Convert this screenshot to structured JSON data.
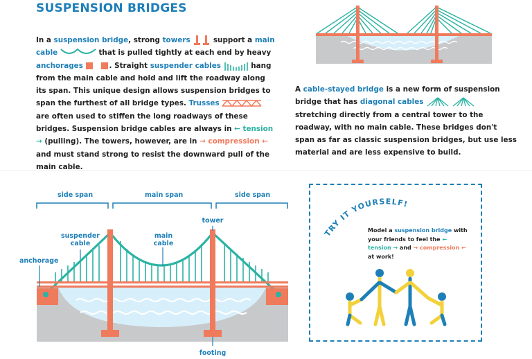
{
  "title": "SUSPENSION BRIDGES",
  "intro": {
    "t1": "In a ",
    "suspension_bridge": "suspension bridge",
    "t2": ", strong ",
    "towers": "towers",
    "t3": " support a ",
    "main_cable": "main cable",
    "t4": " that is pulled tightly at each end by heavy ",
    "anchorages": "anchorages",
    "t5": ". Straight ",
    "suspender_cables": "suspender cables",
    "t6": " hang from the main cable and hold and lift the roadway along its span. This unique design allows suspension bridges to span the furthest of all bridge types. ",
    "trusses": "Trusses",
    "t7": " are often used to stiffen the long roadways of these bridges. Suspension bridge cables are always in ",
    "tension": "tension",
    "t8": " (pulling). The towers, however, are in ",
    "compression": "compression",
    "t9": " and must stand strong to resist the downward pull of the main cable."
  },
  "cable_stayed": {
    "t1": "A ",
    "cable_stayed_bridge": "cable-stayed bridge",
    "t2": " is a new form of suspension bridge that has ",
    "diagonal_cables": "diagonal cables",
    "t3": " stretching directly from a central tower to the roadway, with no main cable. These bridges don't span as far as classic suspension bridges, but use less material and are less expensive to build."
  },
  "diagram": {
    "side_span_left": "side span",
    "main_span": "main span",
    "side_span_right": "side span",
    "tower": "tower",
    "suspender_cable_line1": "suspender",
    "suspender_cable_line2": "cable",
    "main_cable_line1": "main",
    "main_cable_line2": "cable",
    "anchorage": "anchorage",
    "footing": "footing"
  },
  "try_it": {
    "heading": "TRY IT YOURSELF!",
    "t1": "Model a ",
    "suspension_bridge": "suspension bridge",
    "t2": " with your friends to feel the ",
    "tension": "tension",
    "t3": " and ",
    "compression": "compression",
    "t4": " at work!"
  },
  "colors": {
    "blue": "#1e7fb8",
    "teal": "#2bb3a3",
    "orange": "#f07a5c",
    "gray": "#c7c9cb",
    "water": "#d7effa",
    "yellow": "#f2d13a"
  }
}
